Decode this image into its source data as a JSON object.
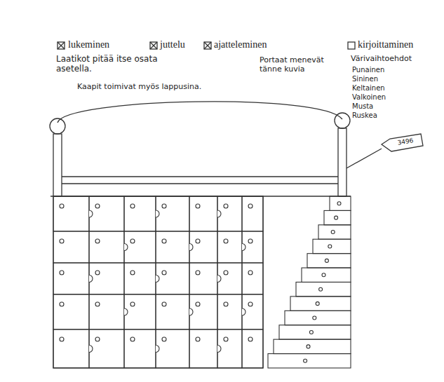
{
  "diagram": {
    "labels": [
      "lukeminen",
      "juttelu",
      "ajatteleminen",
      "kirjoittaminen",
      "Laatikot pitää itse osata asetella.",
      "Portaat menevät tänne kuvia",
      "Värivaihtoehdot",
      "Punainen",
      "Sininen",
      "Keltainen",
      "Valkoinen",
      "Musta",
      "Ruskea",
      "Kaapit toimivat myös lappusina.",
      "3496"
    ]
  }
}
